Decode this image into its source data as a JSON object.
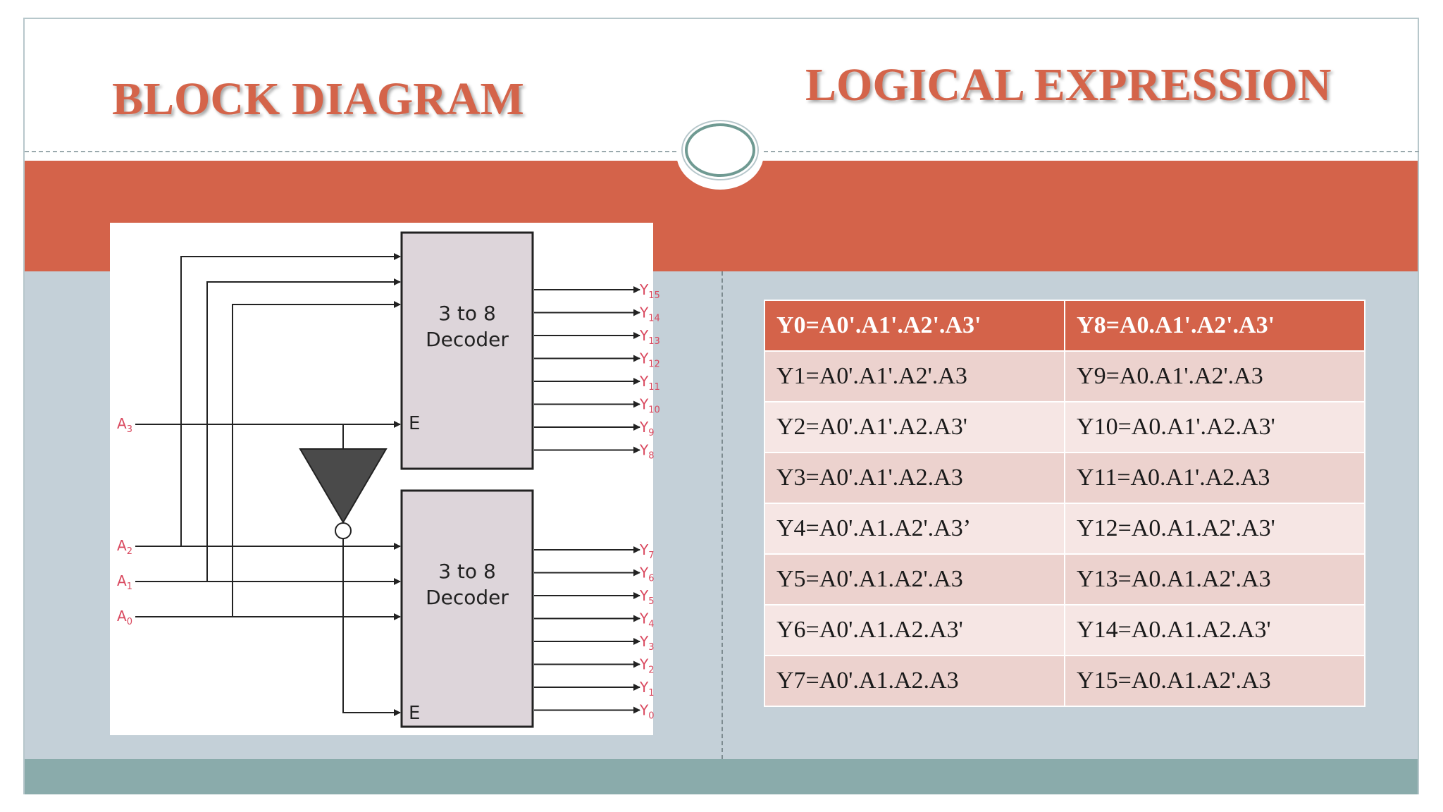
{
  "titles": {
    "left": "BLOCK DIAGRAM",
    "right": "LOGICAL EXPRESSION"
  },
  "colors": {
    "accent": "#d4634a",
    "panel": "#c4d0d8",
    "footer": "#8aabab",
    "label_red": "#d9485e"
  },
  "diagram": {
    "decoder_top_label": [
      "3 to 8",
      "Decoder"
    ],
    "decoder_bottom_label": [
      "3 to 8",
      "Decoder"
    ],
    "enable_label": "E",
    "inputs": [
      {
        "base": "A",
        "sub": "3"
      },
      {
        "base": "A",
        "sub": "2"
      },
      {
        "base": "A",
        "sub": "1"
      },
      {
        "base": "A",
        "sub": "0"
      }
    ],
    "top_outputs": [
      {
        "base": "Y",
        "sub": "15"
      },
      {
        "base": "Y",
        "sub": "14"
      },
      {
        "base": "Y",
        "sub": "13"
      },
      {
        "base": "Y",
        "sub": "12"
      },
      {
        "base": "Y",
        "sub": "11"
      },
      {
        "base": "Y",
        "sub": "10"
      },
      {
        "base": "Y",
        "sub": "9"
      },
      {
        "base": "Y",
        "sub": "8"
      }
    ],
    "bottom_outputs": [
      {
        "base": "Y",
        "sub": "7"
      },
      {
        "base": "Y",
        "sub": "6"
      },
      {
        "base": "Y",
        "sub": "5"
      },
      {
        "base": "Y",
        "sub": "4"
      },
      {
        "base": "Y",
        "sub": "3"
      },
      {
        "base": "Y",
        "sub": "2"
      },
      {
        "base": "Y",
        "sub": "1"
      },
      {
        "base": "Y",
        "sub": "0"
      }
    ]
  },
  "table": {
    "rows": [
      [
        "Y0=A0'.A1'.A2'.A3'",
        "Y8=A0.A1'.A2'.A3'"
      ],
      [
        "Y1=A0'.A1'.A2'.A3",
        "Y9=A0.A1'.A2'.A3"
      ],
      [
        "Y2=A0'.A1'.A2.A3'",
        "Y10=A0.A1'.A2.A3'"
      ],
      [
        "Y3=A0'.A1'.A2.A3",
        "Y11=A0.A1'.A2.A3"
      ],
      [
        "Y4=A0'.A1.A2'.A3’",
        "Y12=A0.A1.A2'.A3'"
      ],
      [
        "Y5=A0'.A1.A2'.A3",
        "Y13=A0.A1.A2'.A3"
      ],
      [
        "Y6=A0'.A1.A2.A3'",
        "Y14=A0.A1.A2.A3'"
      ],
      [
        "Y7=A0'.A1.A2.A3",
        "Y15=A0.A1.A2'.A3"
      ]
    ]
  }
}
